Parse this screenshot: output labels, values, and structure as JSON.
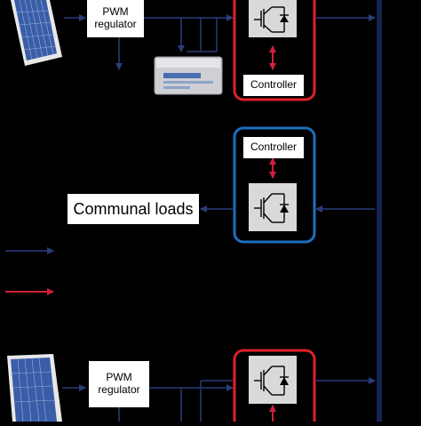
{
  "blocks": {
    "pwm_top_line1": "PWM",
    "pwm_top_line2": "regulator",
    "pwm_bottom_line1": "PWM",
    "pwm_bottom_line2": "regulator",
    "controller_top": "Controller",
    "controller_middle": "Controller",
    "communal_loads": "Communal loads"
  },
  "colors": {
    "background": "#000000",
    "bus_line": "#1a2a5a",
    "arrow_dark": "#1f2d5c",
    "arrow_red": "#c0203a",
    "frame_red": "#e0202a",
    "frame_blue": "#1e6fc0",
    "module_gray": "#d9d9d9",
    "panel_blue": "#3a5da8"
  },
  "icons": [
    "solar-panel-icon",
    "battery-icon",
    "igbt-icon"
  ]
}
